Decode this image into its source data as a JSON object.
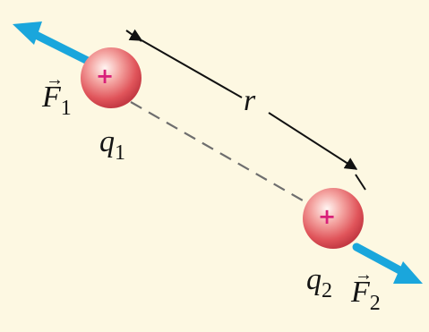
{
  "figure": {
    "background": "#fdf8e2",
    "force_color": "#1aa6dc",
    "charge_color": "#e04858",
    "sign_color": "#d8207a",
    "charge1": {
      "sign": "+",
      "label": "q",
      "subscript": "1"
    },
    "charge2": {
      "sign": "+",
      "label": "q",
      "subscript": "2"
    },
    "force1": {
      "arrow": "→",
      "label": "F",
      "subscript": "1"
    },
    "force2": {
      "arrow": "→",
      "label": "F",
      "subscript": "2"
    },
    "distance": {
      "label": "r"
    }
  }
}
